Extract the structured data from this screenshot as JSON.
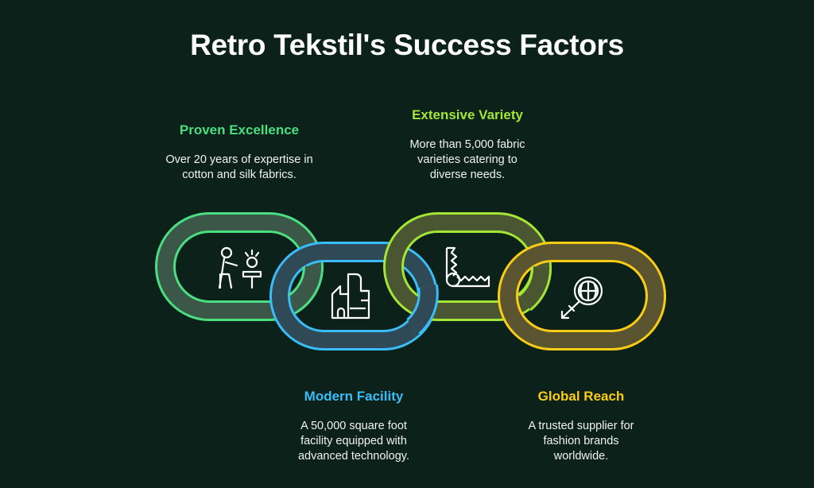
{
  "title": "Retro Tekstil's Success Factors",
  "colors": {
    "background": "#0b2119",
    "green": "#4ade80",
    "blue": "#38bdf8",
    "lime": "#a3e635",
    "yellow": "#facc15"
  },
  "factors": [
    {
      "heading": "Proven Excellence",
      "text": "Over 20 years of expertise in cotton and silk fabrics.",
      "icon": "teacher-student-icon"
    },
    {
      "heading": "Modern Facility",
      "text": "A 50,000 square foot facility equipped with advanced technology.",
      "icon": "factory-icon"
    },
    {
      "heading": "Extensive Variety",
      "text": "More than 5,000 fabric varieties catering to diverse needs.",
      "icon": "fabric-roll-icon"
    },
    {
      "heading": "Global Reach",
      "text": "A trusted supplier for fashion brands worldwide.",
      "icon": "globe-arrow-icon"
    }
  ]
}
